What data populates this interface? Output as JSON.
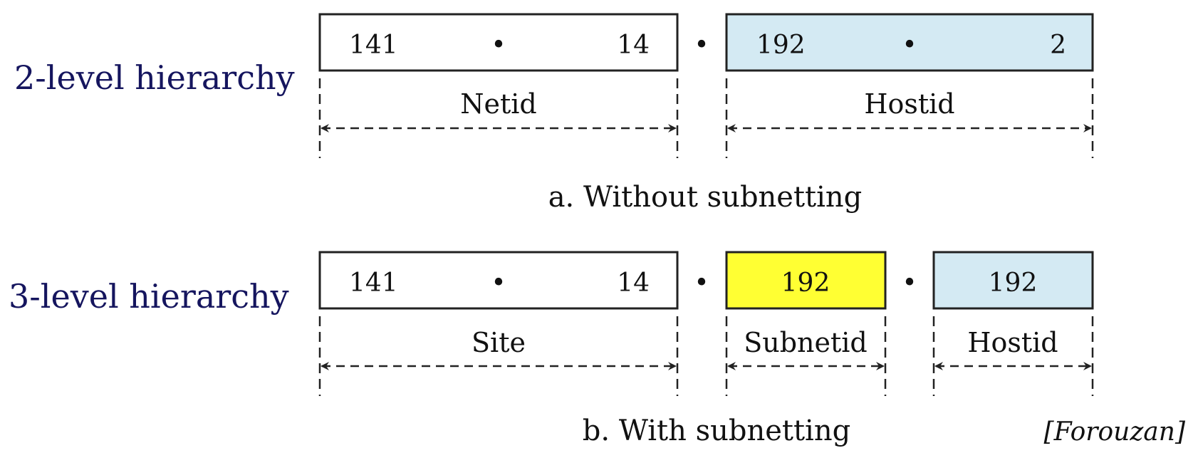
{
  "colors": {
    "plain_box": "#ffffff",
    "hostid_box": "#d4eaf3",
    "subnetid_box": "#ffff33",
    "hierarchy_text": "#15155e"
  },
  "row_a": {
    "hierarchy_label": "2-level hierarchy",
    "box1": {
      "left_value": "141",
      "dot": "•",
      "right_value": "14"
    },
    "separator_dot": "•",
    "box2": {
      "left_value": "192",
      "dot": "•",
      "right_value": "2"
    },
    "netid_label": "Netid",
    "hostid_label": "Hostid",
    "caption": "a. Without subnetting"
  },
  "row_b": {
    "hierarchy_label": "3-level hierarchy",
    "box1": {
      "left_value": "141",
      "dot": "•",
      "right_value": "14"
    },
    "separator_dot_1": "•",
    "subnet_value": "192",
    "separator_dot_2": "•",
    "host_value": "192",
    "site_label": "Site",
    "subnetid_label": "Subnetid",
    "hostid_label": "Hostid",
    "caption": "b. With subnetting"
  },
  "citation": "[Forouzan]"
}
